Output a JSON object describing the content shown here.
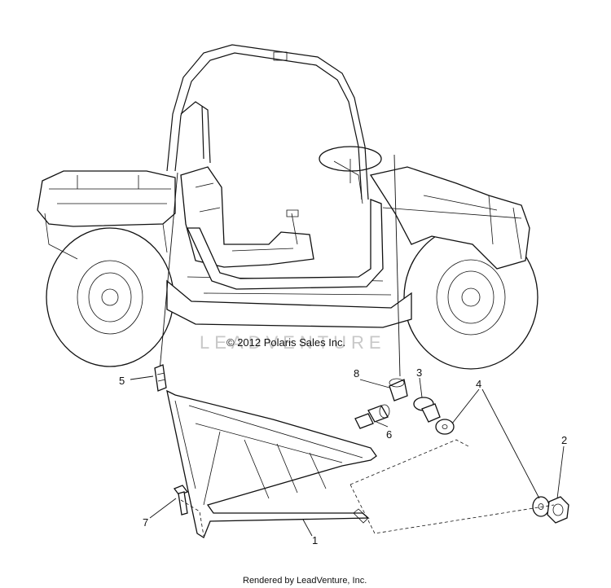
{
  "diagram": {
    "copyright": "© 2012 Polaris Sales Inc.",
    "watermark": "LEADVENTURE",
    "footer": "Rendered by LeadVenture, Inc.",
    "callouts": [
      {
        "id": "1",
        "label": "1"
      },
      {
        "id": "2",
        "label": "2"
      },
      {
        "id": "3",
        "label": "3"
      },
      {
        "id": "4",
        "label": "4"
      },
      {
        "id": "5",
        "label": "5"
      },
      {
        "id": "6",
        "label": "6"
      },
      {
        "id": "7",
        "label": "7"
      },
      {
        "id": "8",
        "label": "8"
      }
    ]
  }
}
